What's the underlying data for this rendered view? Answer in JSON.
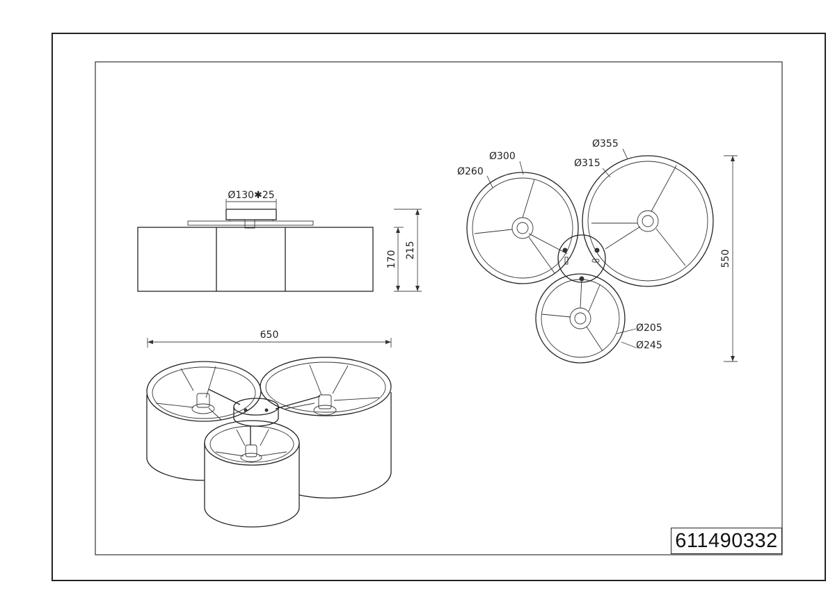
{
  "drawing": {
    "part_number": "611490332",
    "side_view": {
      "canopy_dim": "Ø130✱25",
      "shade_height_dim": "170",
      "total_height_dim": "215"
    },
    "top_view": {
      "shade_a_inner_dim": "Ø260",
      "shade_a_outer_dim": "Ø300",
      "shade_b_inner_dim": "Ø315",
      "shade_b_outer_dim": "Ø355",
      "shade_c_inner_dim": "Ø205",
      "shade_c_outer_dim": "Ø245",
      "overall_depth_dim": "550"
    },
    "perspective_view": {
      "overall_width_dim": "650"
    }
  }
}
